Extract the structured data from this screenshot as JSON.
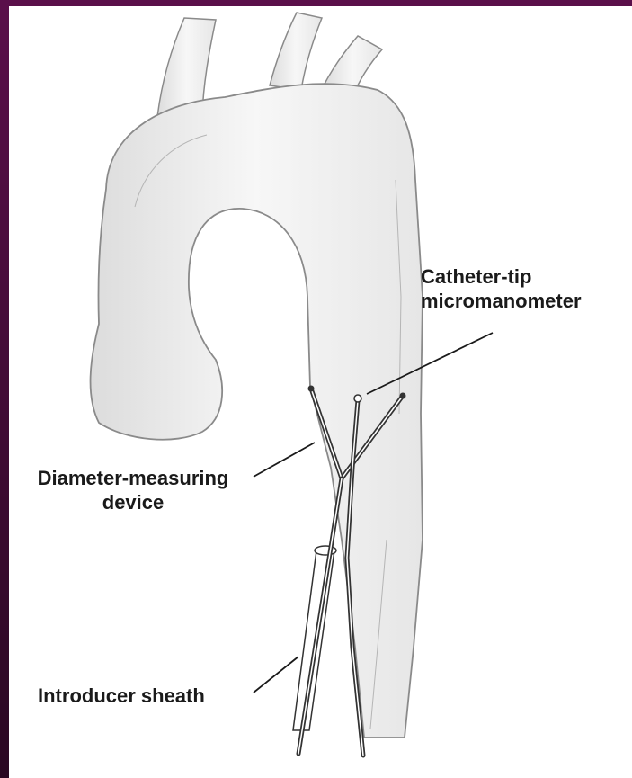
{
  "labels": {
    "catheter_line1": "Catheter-tip",
    "catheter_line2": "micromanometer",
    "diameter_line1": "Diameter-measuring",
    "diameter_line2": "device",
    "sheath": "Introducer sheath"
  },
  "colors": {
    "frame": "#4a0c3c",
    "ink": "#1a1a1a",
    "vessel_fill": "#f4f4f4",
    "vessel_stroke": "#8a8a8a"
  }
}
